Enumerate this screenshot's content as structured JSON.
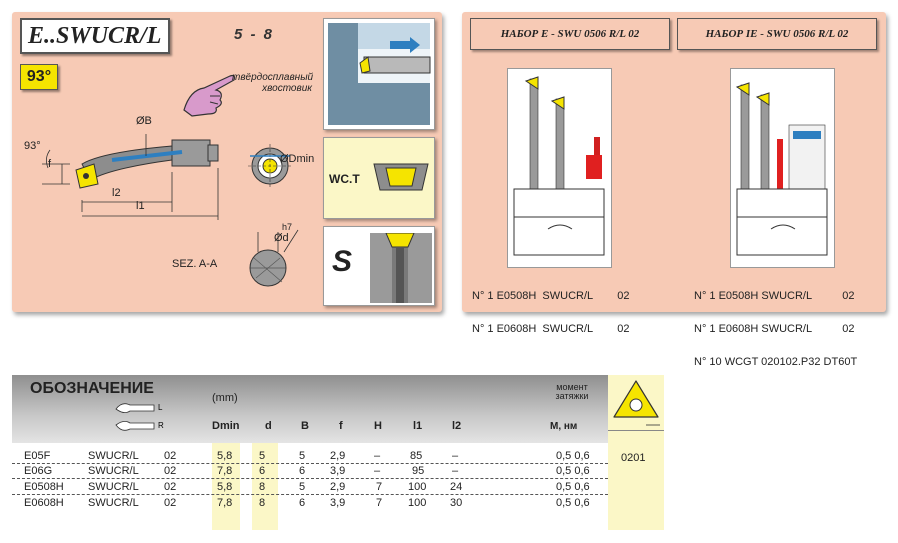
{
  "left": {
    "title": "E..SWUCR/L",
    "range": "5 - 8",
    "angle": "93°",
    "shank_note": "твёрдосплавный хвостовик",
    "dims": {
      "b": "ØB",
      "dmin": "ØDmin",
      "angle": "93°",
      "f": "f",
      "l2": "l2",
      "l1": "l1",
      "h7": "h7",
      "d": "Ød",
      "section": "SEZ. A-A"
    },
    "insert_type": "WC.T",
    "shank_type": "S"
  },
  "right": {
    "set1_title": "НАБОР E - SWU 0506 R/L 02",
    "set2_title": "НАБОР IE - SWU 0506 R/L 02",
    "set1_lines": [
      "N° 1 E0508H  SWUCR/L        02",
      "N° 1 E0608H  SWUCR/L        02"
    ],
    "set2_lines": [
      "N° 1 E0508H SWUCR/L          02",
      "N° 1 E0608H SWUCR/L          02",
      "N° 10 WCGT 020102.P32 DT60T"
    ]
  },
  "table": {
    "title": "ОБОЗНАЧЕНИЕ",
    "hand_l": "L",
    "hand_r": "R",
    "unit": "(mm)",
    "headers": [
      "Dmin",
      "d",
      "B",
      "f",
      "H",
      "l1",
      "l2"
    ],
    "torque_label": "момент затяжки",
    "torque_unit": "M, нм",
    "insert_code": "0201",
    "rows": [
      {
        "code": "E05F",
        "type": "SWUCR/L",
        "var": "02",
        "dmin": "5,8",
        "d": "5",
        "b": "5",
        "f": "2,9",
        "h": "–",
        "l1": "85",
        "l2": "–",
        "m": "0,5 0,6"
      },
      {
        "code": "E06G",
        "type": "SWUCR/L",
        "var": "02",
        "dmin": "7,8",
        "d": "6",
        "b": "6",
        "f": "3,9",
        "h": "–",
        "l1": "95",
        "l2": "–",
        "m": "0,5 0,6"
      },
      {
        "code": "E0508H",
        "type": "SWUCR/L",
        "var": "02",
        "dmin": "5,8",
        "d": "8",
        "b": "5",
        "f": "2,9",
        "h": "7",
        "l1": "100",
        "l2": "24",
        "m": "0,5 0,6"
      },
      {
        "code": "E0608H",
        "type": "SWUCR/L",
        "var": "02",
        "dmin": "7,8",
        "d": "8",
        "b": "6",
        "f": "3,9",
        "h": "7",
        "l1": "100",
        "l2": "30",
        "m": "0,5 0,6"
      }
    ]
  },
  "colors": {
    "panel": "#f7cab5",
    "insert": "#f5e400",
    "tool_blue": "#2e7fc0",
    "cream": "#fbf7c7"
  }
}
